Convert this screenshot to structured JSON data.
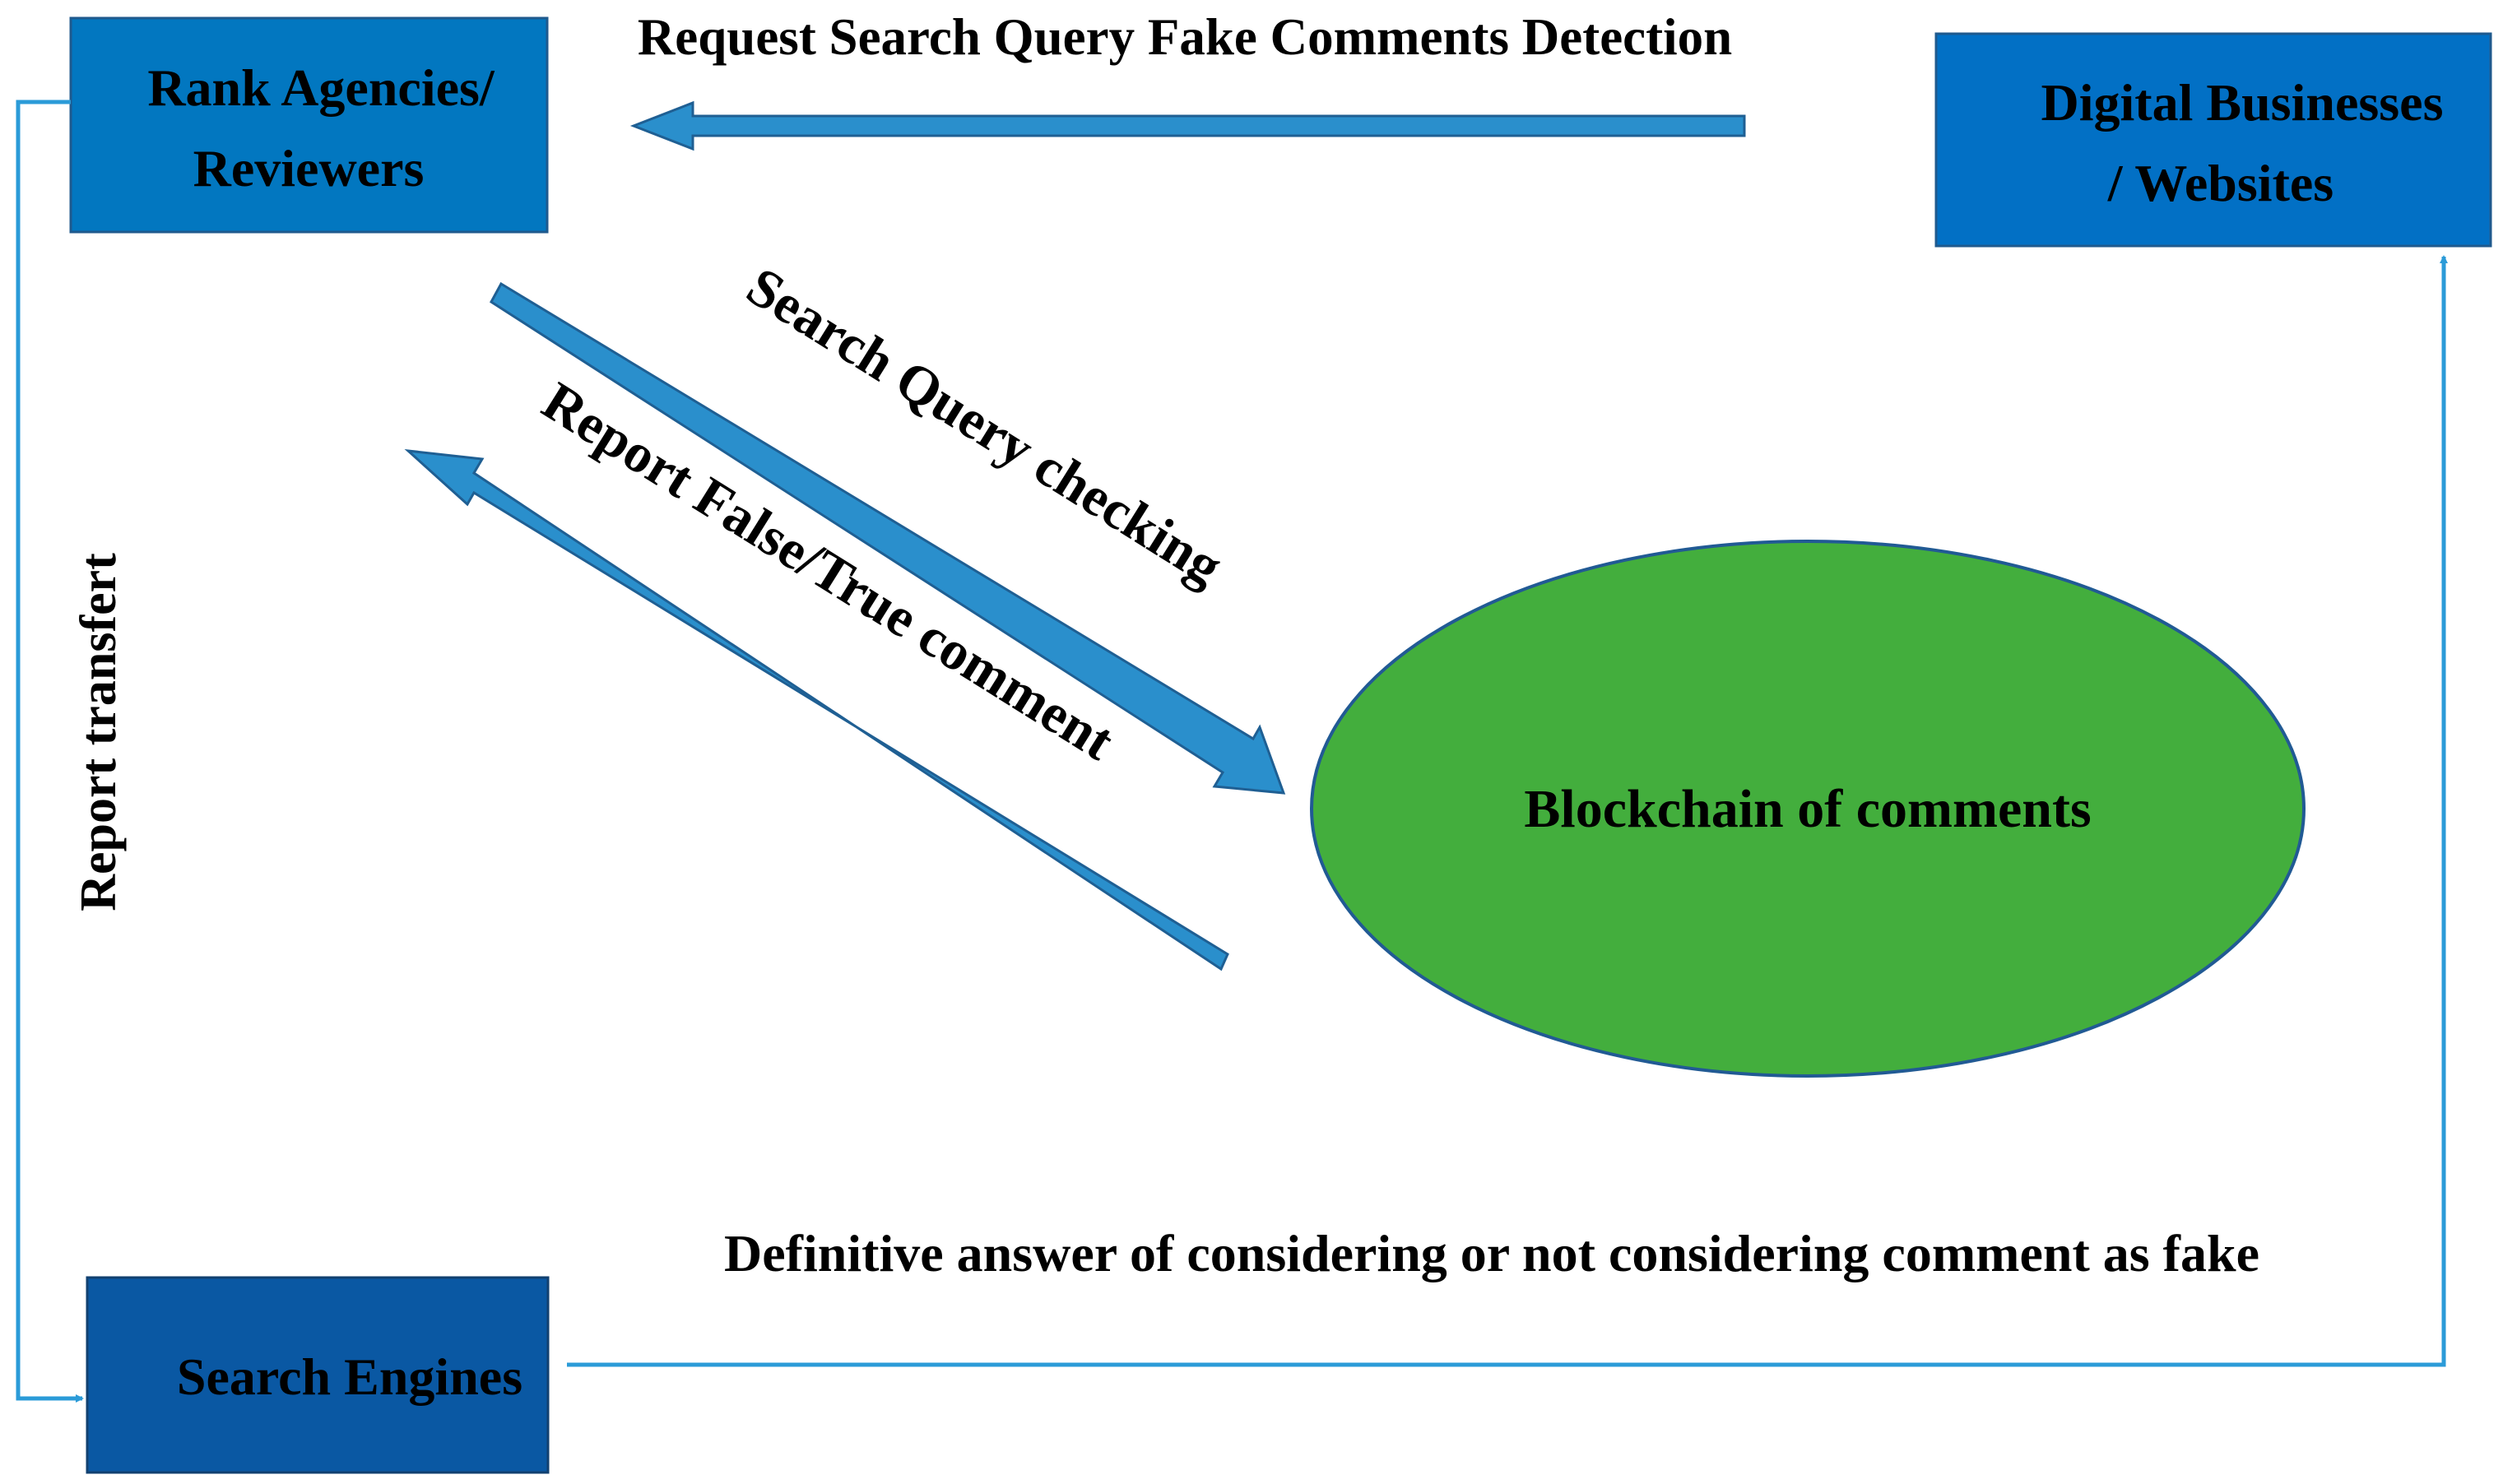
{
  "nodes": {
    "rank_agencies": {
      "label_line1": "Rank Agencies/",
      "label_line2": "Reviewers",
      "fill": "#0277C0",
      "border": "#1F5A8E"
    },
    "digital_businesses": {
      "label_line1": "Digital Businesses",
      "label_line2": "/ Websites",
      "fill": "#0270C5",
      "border": "#1F5A8E"
    },
    "search_engines": {
      "label": "Search Engines",
      "fill": "#0A58A3",
      "border": "#124170"
    },
    "blockchain": {
      "label": "Blockchain of comments",
      "fill": "#43AE3D",
      "border": "#215A94"
    }
  },
  "edges": {
    "request": {
      "label": "Request Search Query Fake Comments Detection"
    },
    "search_query": {
      "label": "Search Query checking"
    },
    "report_false_true": {
      "label": "Report False/True comment"
    },
    "report_transfer": {
      "label": "Report transfert"
    },
    "definitive_answer": {
      "label": "Definitive answer of considering or not considering comment as fake"
    }
  },
  "colors": {
    "thick_arrow_fill": "#2A8FCC",
    "thick_arrow_border": "#1F5F93",
    "thin_line": "#2B9BD8"
  }
}
